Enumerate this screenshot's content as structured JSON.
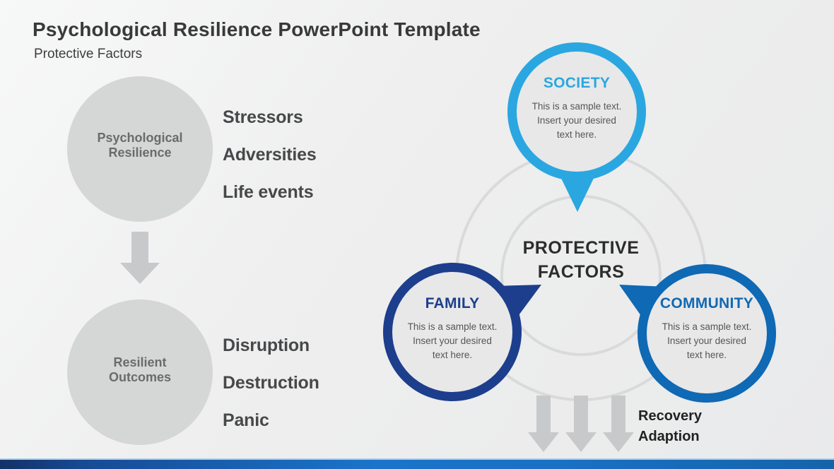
{
  "colors": {
    "accent_society": "#2aa7e0",
    "accent_family": "#1d3e8d",
    "accent_community": "#0f69b4",
    "gray_shape": "#d5d6d6",
    "bubble_fill": "#e8e8e9",
    "connector_ring": "#d9dadb",
    "arrow_gray": "#c8c9cb",
    "footer_bar_left": "#123167",
    "footer_bar_mid": "#1b74ca",
    "footer_bar_right": "#1563aa"
  },
  "header": {
    "title": "Psychological Resilience PowerPoint Template",
    "subtitle": "Protective Factors"
  },
  "left_flow": {
    "top_circle_label": "Psychological\nResilience",
    "top_items": [
      "Stressors",
      "Adversities",
      "Life events"
    ],
    "bottom_circle_label": "Resilient\nOutcomes",
    "bottom_items": [
      "Disruption",
      "Destruction",
      "Panic"
    ]
  },
  "diagram": {
    "center_label": "PROTECTIVE\nFACTORS",
    "bubbles": [
      {
        "id": "society",
        "title": "SOCIETY",
        "body": "This is a sample text.\nInsert your desired\ntext here."
      },
      {
        "id": "family",
        "title": "FAMILY",
        "body": "This is a sample text.\nInsert your desired\ntext here."
      },
      {
        "id": "community",
        "title": "COMMUNITY",
        "body": "This is a sample text.\nInsert your desired\ntext here."
      }
    ],
    "outcome_label": "Recovery\nAdaption"
  }
}
